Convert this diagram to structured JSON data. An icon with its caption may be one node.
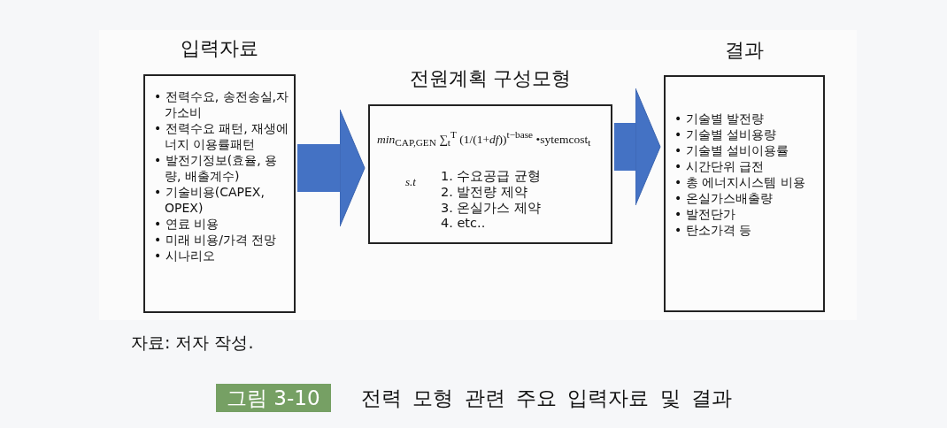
{
  "diagram": {
    "caption": "전력 모형 관련 주요 입력자료 및 결과",
    "nodes": [
      {
        "text": [
          "입력자료",
          "• 전력수요, 송전송실,자가소비",
          "• 전력수요 패턴, 재생에너지 이용률패턴",
          "•  발전기정보(효율, 용량, 배출계수)",
          "•  기술비용(CAPEX, OPEX)",
          "• 연료 비용",
          "• 미래 비용/가격 전망",
          "• 시나리오"
        ]
      },
      {
        "text": [
          "전원계획 구성모형",
          "*min*$_{CAP,GEN}$ ∑$_{t}$$^{T}$ (1/(1+*df*))$^{t−base}$ •sytemcost$_{t}$",
          "*s.t*",
          "1.  수요공급 균형",
          "2.  발전량 제약",
          "3.  온실가스 제약",
          "4.  etc.."
        ]
      },
      {
        "text": [
          "결과",
          "• 기술별 발전량",
          "• 기술별 설비용량",
          "• 기술별 설비이용률",
          "• 시간단위 급전",
          "• 총 에너지시스템 비용",
          "• 온실가스배출량",
          "• 발전단가",
          "• 탄소가격 등"
        ]
      }
    ],
    "edges": [
      {
        "from": 0,
        "to": 1,
        "arrow": "to"
      },
      {
        "from": 1,
        "to": 2,
        "arrow": "to"
      }
    ],
    "labels": [
      "자료: 저자 작성.",
      "그림 3-10"
    ]
  }
}
